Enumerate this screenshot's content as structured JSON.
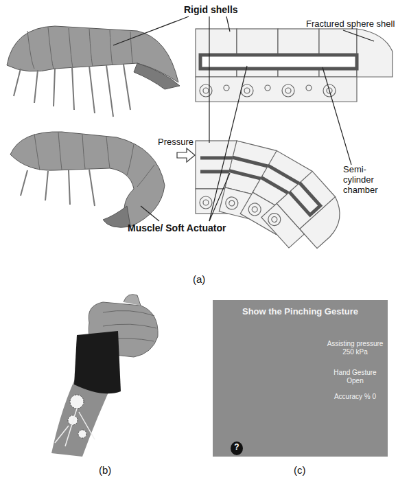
{
  "diagram": {
    "nodes": [
      {
        "text": [
          "Show the Pinching Gesture",
          "Assisting pressure 250 kPa",
          "Hand Gesture Open",
          "Accuracy % 0"
        ]
      },
      {
        "text": [
          "?"
        ],
        "in": 0
      }
    ],
    "labels": [
      "Rigid shells",
      "Fractured sphere shell",
      "Semi-cylinder chamber",
      "Pressure",
      "Muscle/ Soft Actuator",
      "(a)",
      "(b)",
      "(c)"
    ]
  }
}
